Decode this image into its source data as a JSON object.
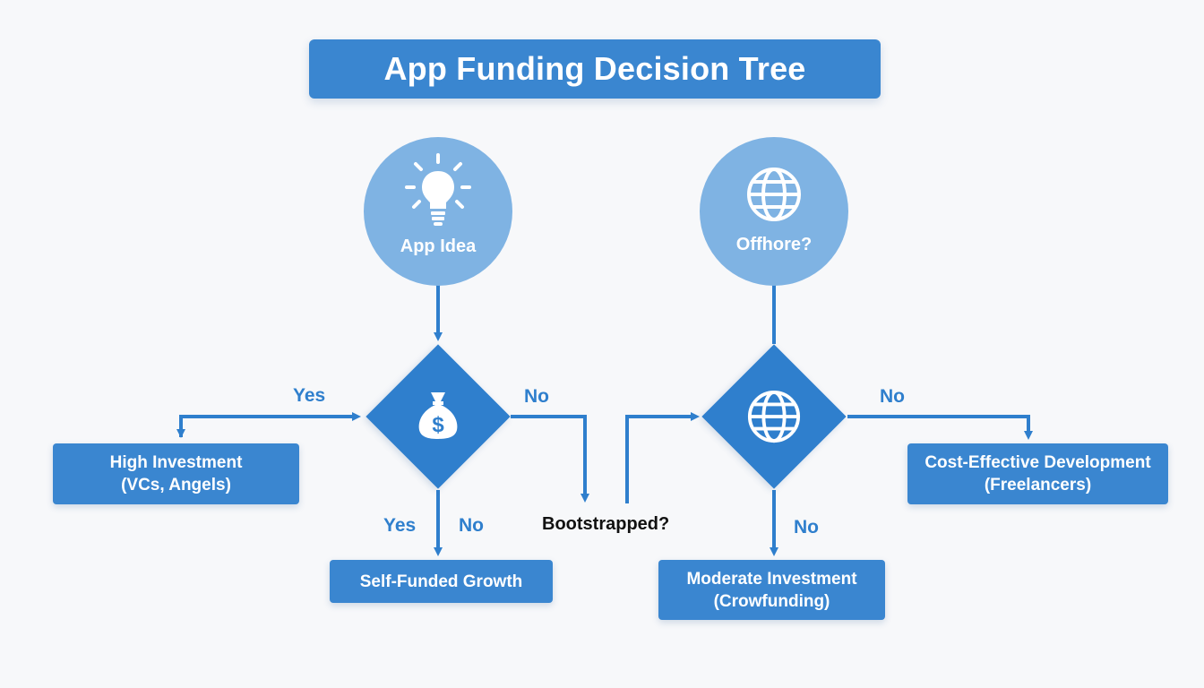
{
  "title": "App Funding Decision Tree",
  "colors": {
    "primary": "#3a86d0",
    "diamond": "#2f7fcd",
    "circle": "#7fb3e3",
    "connector": "#2f7fcd",
    "background": "#f7f8fa"
  },
  "nodes": {
    "app_idea": {
      "label": "App Idea",
      "icon": "lightbulb-icon"
    },
    "offshore": {
      "label": "Offhore?",
      "icon": "globe-icon"
    },
    "money_decision": {
      "icon": "money-bag-icon"
    },
    "globe_decision": {
      "icon": "globe-icon"
    },
    "high_investment": {
      "line1": "High Investment",
      "line2": "(VCs, Angels)"
    },
    "self_funded": {
      "label": "Self-Funded Growth"
    },
    "moderate_investment": {
      "line1": "Moderate Investment",
      "line2": "(Crowfunding)"
    },
    "cost_effective": {
      "line1": "Cost-Effective Development",
      "line2": "(Freelancers)"
    },
    "bootstrapped": {
      "label": "Bootstrapped?"
    }
  },
  "edge_labels": {
    "yes_left": "Yes",
    "no_right": "No",
    "yes_bottom": "Yes",
    "no_bottom": "No",
    "no_globe_right": "No",
    "no_globe_bottom": "No"
  }
}
